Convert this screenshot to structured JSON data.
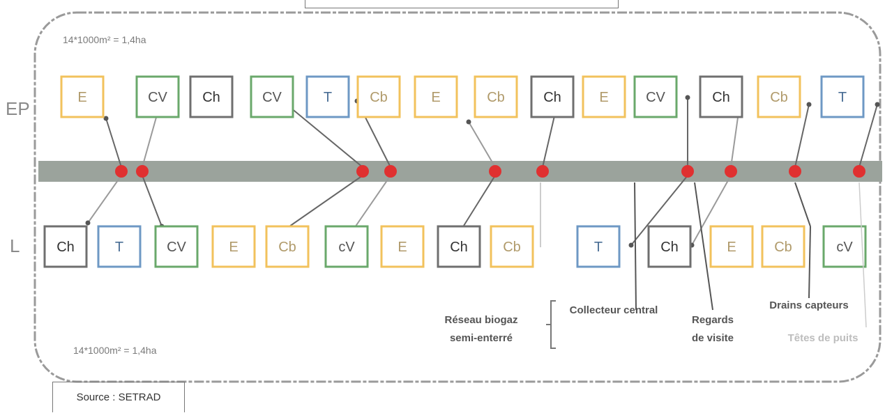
{
  "area_label_top": "14*1000m² = 1,4ha",
  "area_label_bottom": "14*1000m² = 1,4ha",
  "row_labels": {
    "top": "EP",
    "bottom": "L"
  },
  "source": "Source : SETRAD",
  "colors": {
    "E": "#f2c25c",
    "CV": "#6aa86b",
    "Ch": "#6f6f6f",
    "T": "#6e98c4",
    "Cb": "#f2c25c",
    "pipe": "#9ba39c",
    "regard": "#e03030"
  },
  "top_row": [
    "E",
    "CV",
    "Ch",
    "CV",
    "T",
    "Cb",
    "E",
    "Cb",
    "Ch",
    "E",
    "CV",
    "Ch",
    "Cb",
    "T"
  ],
  "bottom_row": [
    "Ch",
    "T",
    "CV",
    "E",
    "Cb",
    "cV",
    "E",
    "Ch",
    "Cb",
    "T",
    "Ch",
    "E",
    "Cb",
    "cV"
  ],
  "legend": {
    "reseau_line1": "Réseau biogaz",
    "reseau_line2": "semi-enterré",
    "collecteur": "Collecteur central",
    "regards_line1": "Regards",
    "regards_line2": "de visite",
    "drains": "Drains capteurs",
    "tetes": "Têtes de puits"
  }
}
